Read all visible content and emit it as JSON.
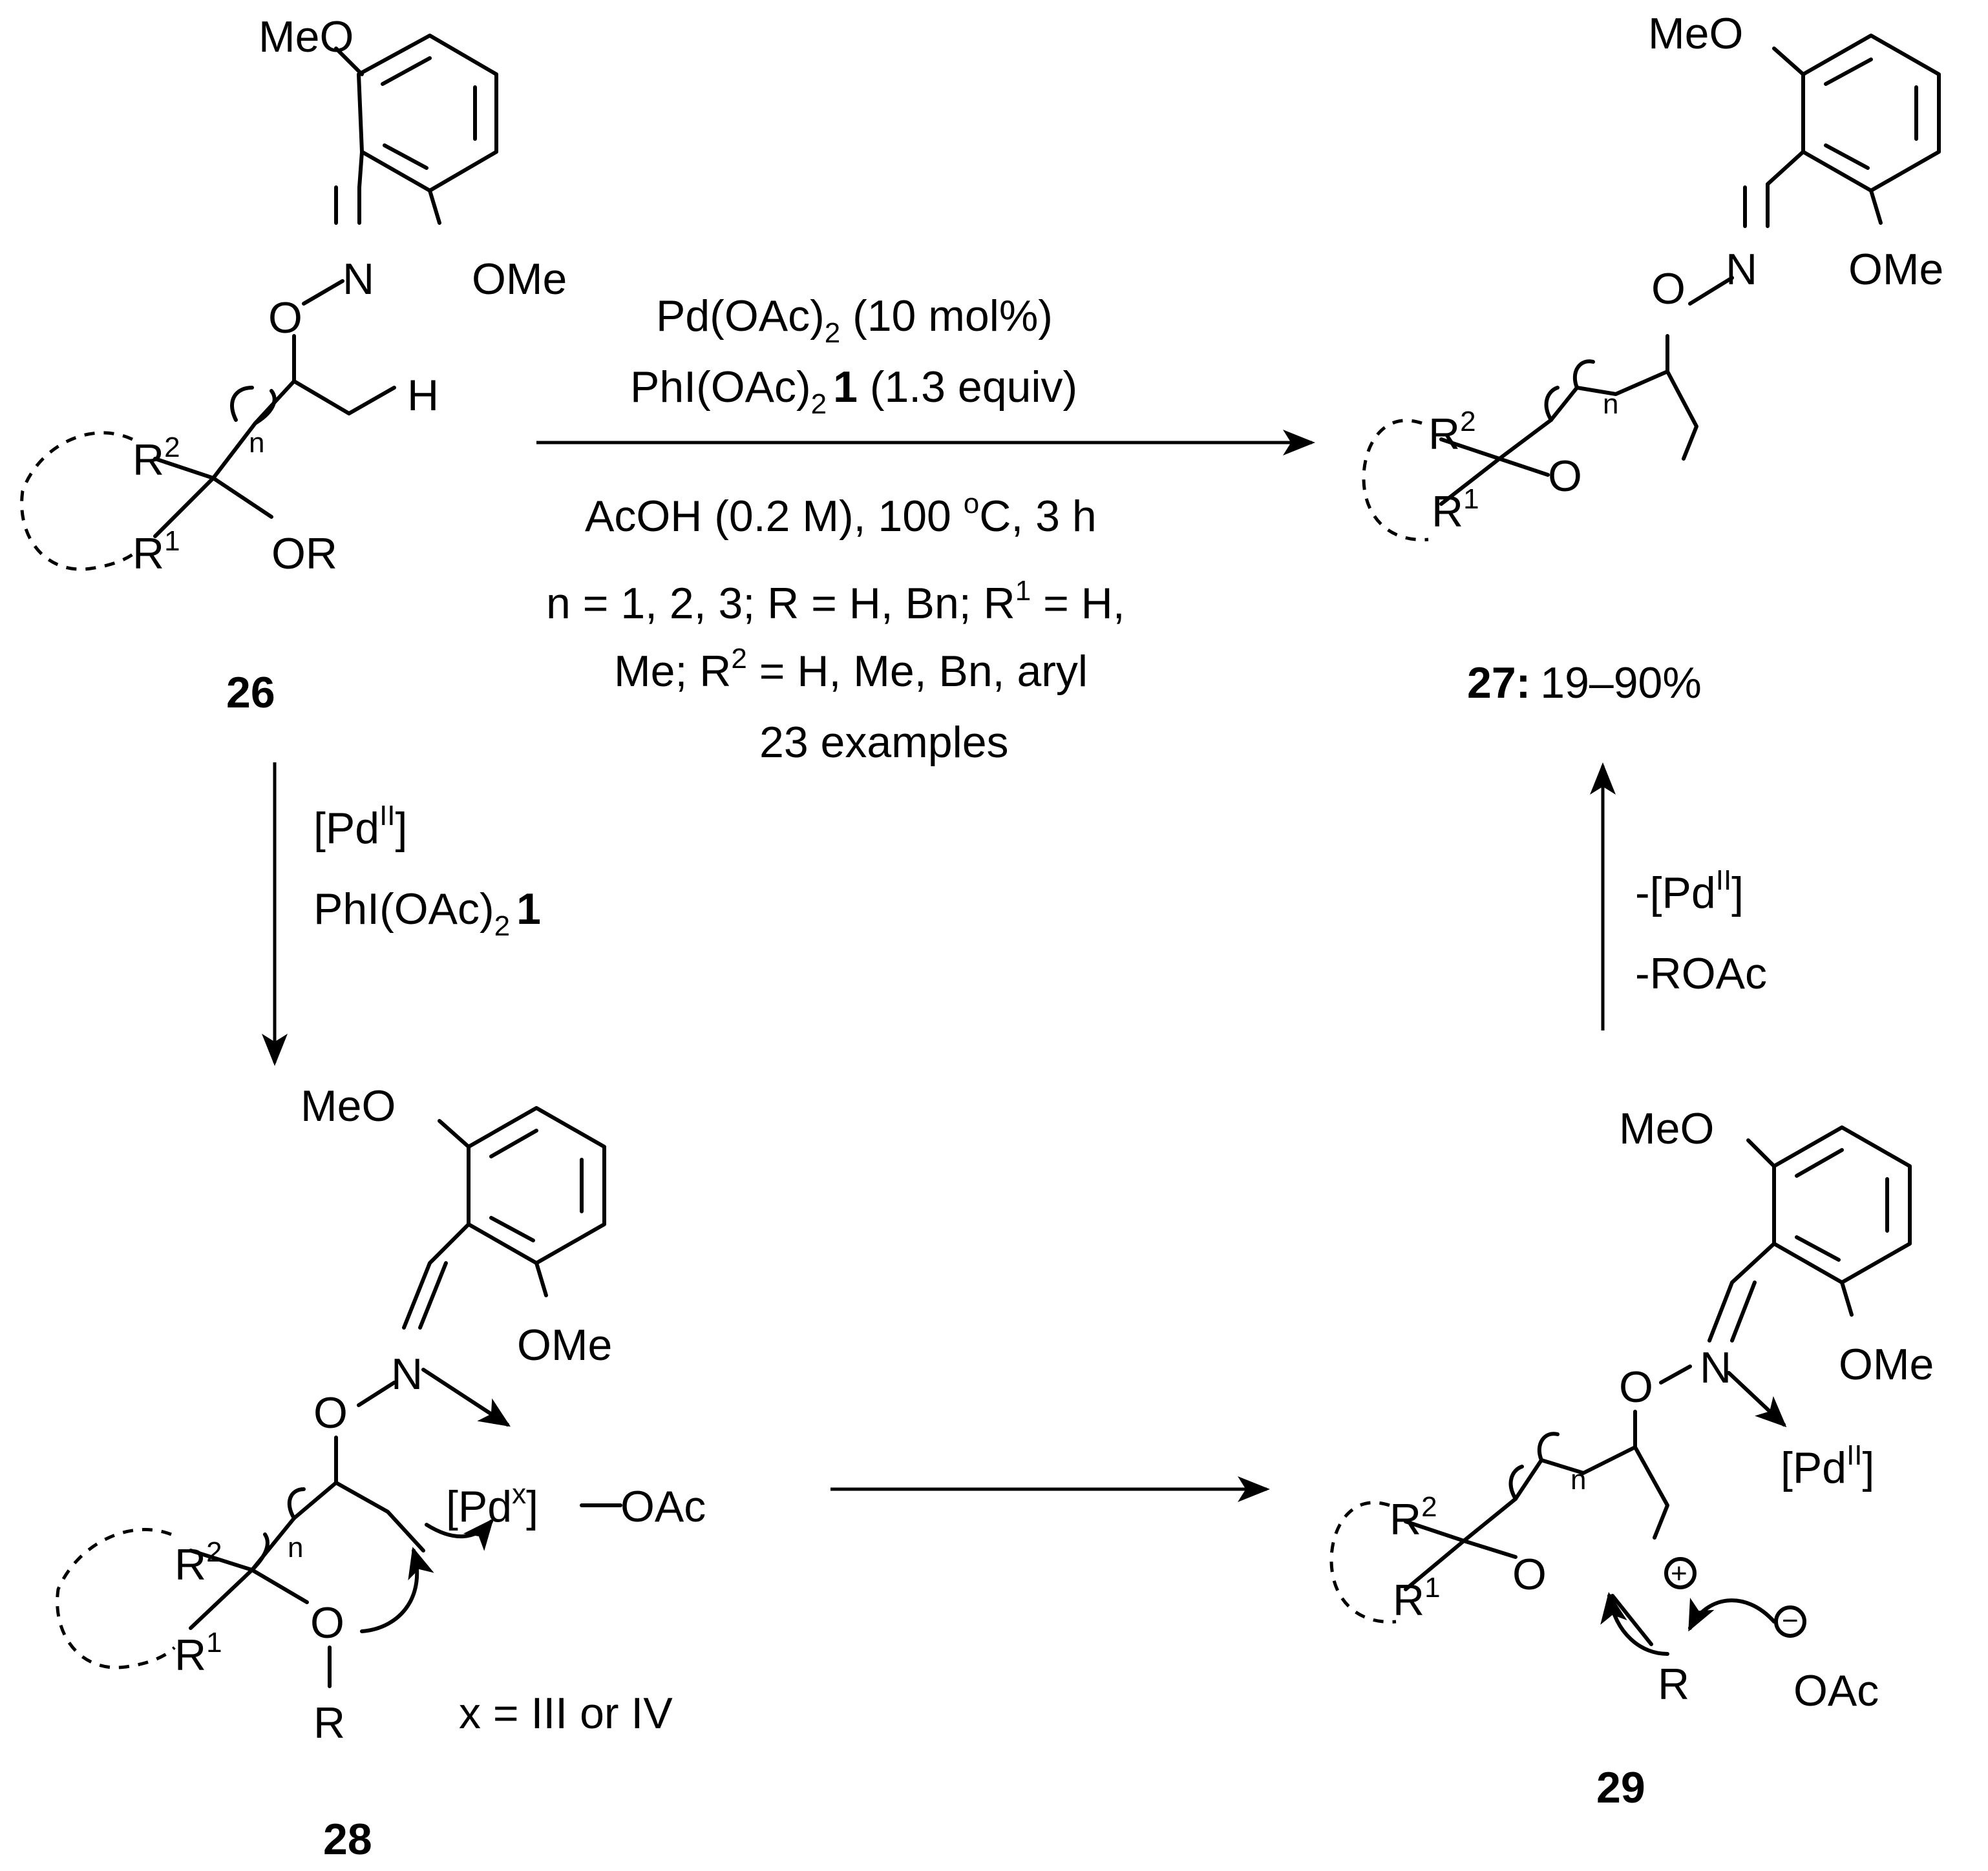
{
  "labels": {
    "meo": "MeO",
    "ome": "OMe",
    "n_atom": "N",
    "o_atom": "O",
    "h_atom": "H",
    "r_atom": "R",
    "r1": "R",
    "r1_sup": "1",
    "r2": "R",
    "r2_sup": "2",
    "n_index": "n",
    "or_group": "OR",
    "pd": "[Pd",
    "pd_x_sup": "x",
    "pd_ii_sup": "II",
    "close_bracket": "]",
    "oac_bond": "—OAc",
    "oac": "OAc",
    "plus": "+",
    "minus": "−"
  },
  "compounds": {
    "c26": "26",
    "c27": "27:",
    "c27_yield": "19–90%",
    "c28": "28",
    "c29": "29"
  },
  "conditions": {
    "pd_oac2": "Pd(OAc)",
    "pd_oac2_sub": "2",
    "pd_loading": " (10 mol%)",
    "phi_oac2": "PhI(OAc)",
    "phi_sub": "2",
    "phi_num": "1",
    "phi_equiv": " (1.3 equiv)",
    "solvent_a": "AcOH (0.2 M), 100 ",
    "solvent_deg": "o",
    "solvent_b": "C, 3 h",
    "scope_1": "n = 1, 2, 3; R = H, Bn; R",
    "scope_1_sup": "1",
    "scope_1_end": " = H,",
    "scope_2a": "Me; R",
    "scope_2_sup": "2",
    "scope_2b": " = H, Me, Bn, aryl",
    "examples": "23 examples"
  },
  "down_arrow": {
    "pd": "[Pd",
    "pd_sup": "II",
    "pd_end": "]",
    "phi": "PhI(OAc)",
    "phi_sub": "2",
    "phi_num": "1"
  },
  "up_arrow": {
    "line1": "-[Pd",
    "line1_sup": "II",
    "line1_end": "]",
    "line2": "-ROAc"
  },
  "note_28": "x = III or IV"
}
